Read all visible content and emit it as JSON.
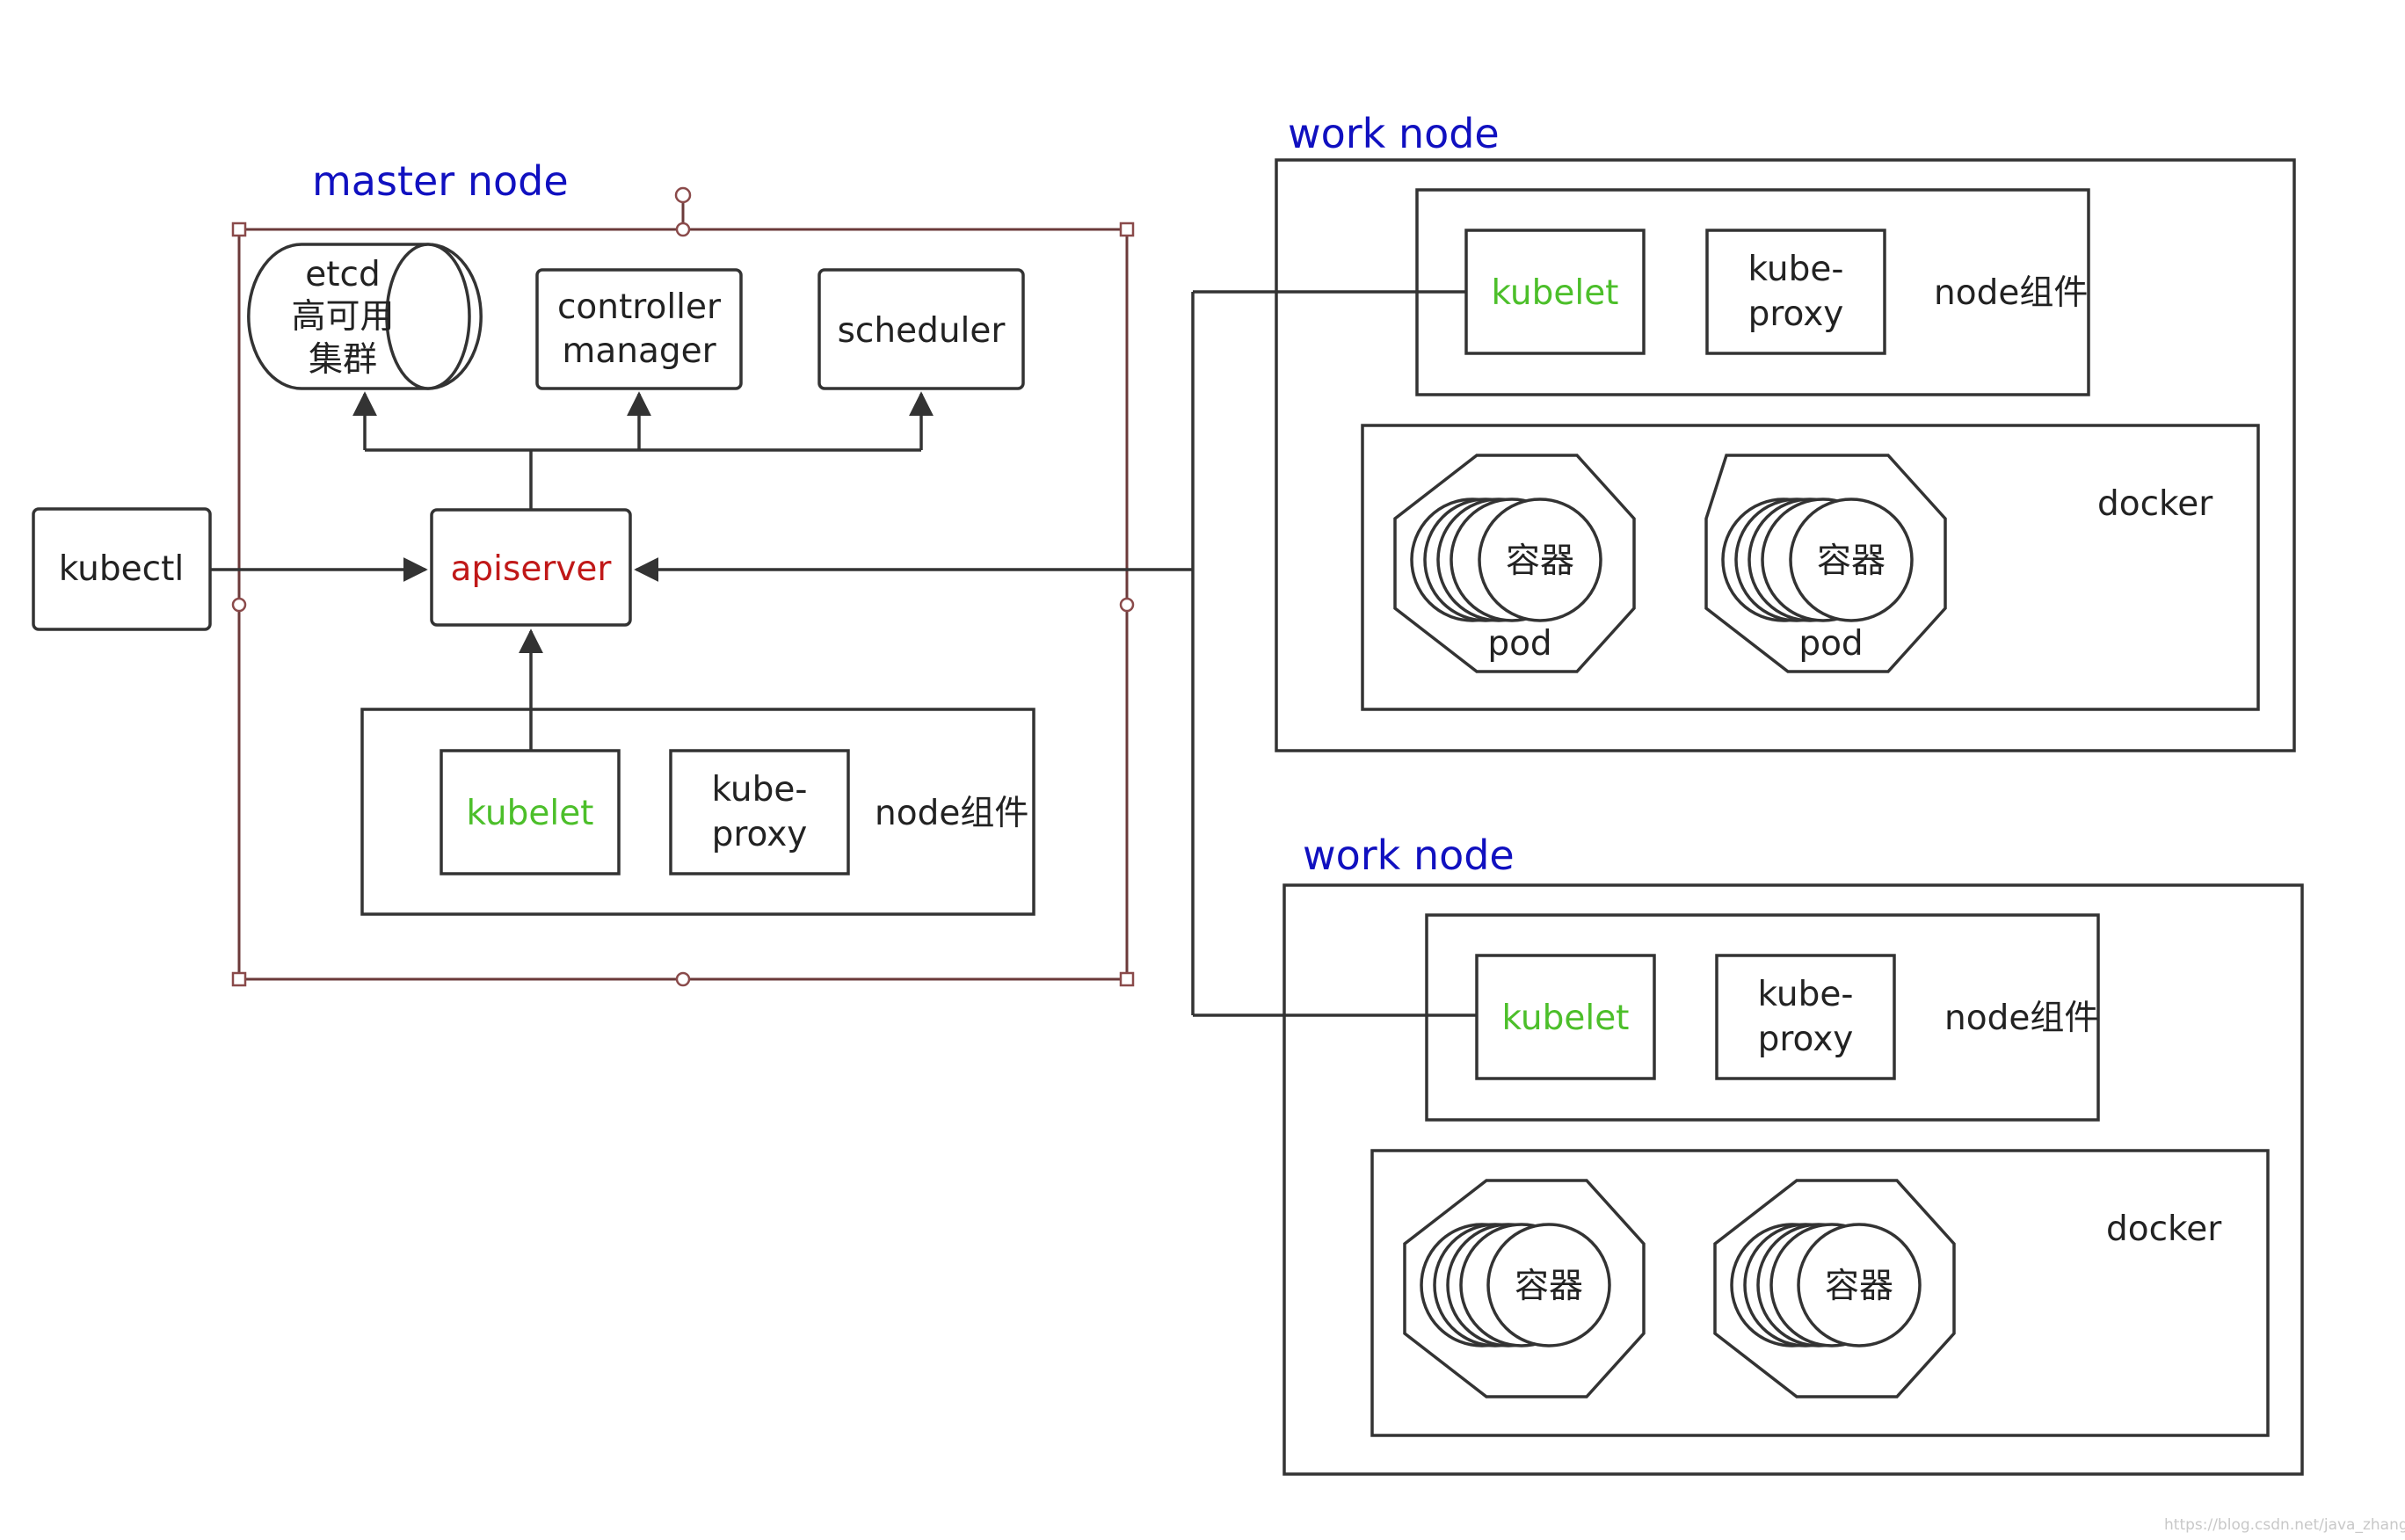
{
  "diagram": {
    "master": {
      "title": "master node",
      "etcd": [
        "etcd",
        "高可用",
        "集群"
      ],
      "controller_manager": [
        "controller",
        "manager"
      ],
      "scheduler": "scheduler",
      "apiserver": "apiserver",
      "kubelet": "kubelet",
      "kube_proxy": [
        "kube-",
        "proxy"
      ],
      "node_component_label": "node组件"
    },
    "kubectl": "kubectl",
    "work_node_1": {
      "title": "work node",
      "kubelet": "kubelet",
      "kube_proxy": [
        "kube-",
        "proxy"
      ],
      "node_component_label": "node组件",
      "docker_label": "docker",
      "pods": [
        {
          "container_label": "容器",
          "pod_label": "pod"
        },
        {
          "container_label": "容器",
          "pod_label": "pod"
        }
      ]
    },
    "work_node_2": {
      "title": "work node",
      "kubelet": "kubelet",
      "kube_proxy": [
        "kube-",
        "proxy"
      ],
      "node_component_label": "node组件",
      "docker_label": "docker",
      "pods": [
        {
          "container_label": "容器"
        },
        {
          "container_label": "容器"
        }
      ]
    },
    "watermark": "https://blog.csdn.net/java_zhangshuai",
    "colors": {
      "title": "#1010c0",
      "kubelet": "#4cbf2a",
      "apiserver": "#c01818",
      "stroke": "#333333"
    }
  }
}
